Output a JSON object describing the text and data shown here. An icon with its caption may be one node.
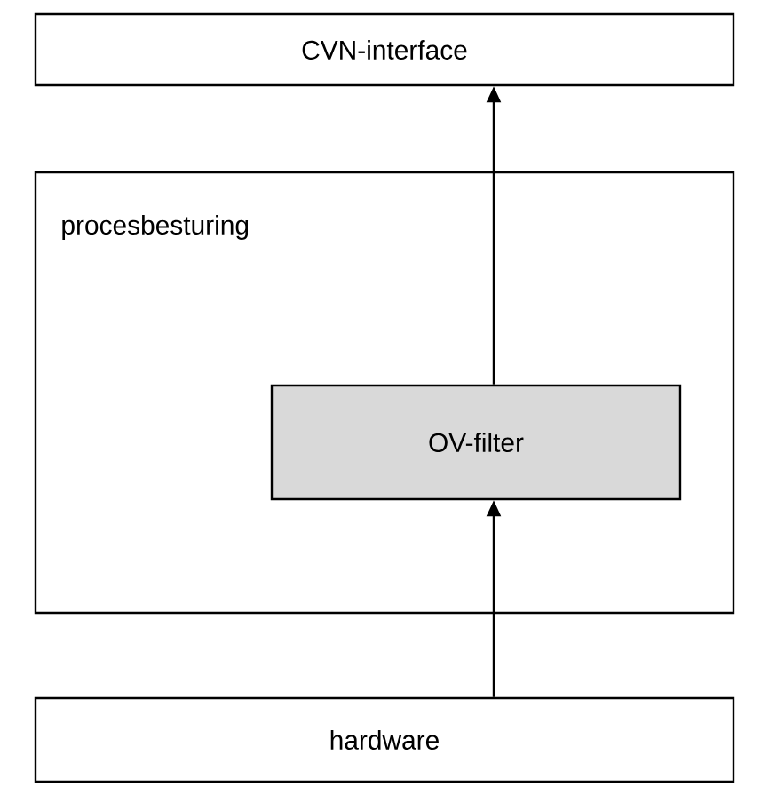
{
  "diagram": {
    "nodes": [
      {
        "text": [
          "CVN-interface"
        ]
      },
      {
        "text": [
          "procesbesturing"
        ]
      },
      {
        "text": [
          "OV-filter"
        ],
        "in": 1
      },
      {
        "text": [
          "hardware"
        ]
      }
    ],
    "edges": [
      {
        "from": 3,
        "to": 2,
        "arrow": "to"
      },
      {
        "from": 2,
        "to": 0,
        "arrow": "to"
      }
    ]
  }
}
